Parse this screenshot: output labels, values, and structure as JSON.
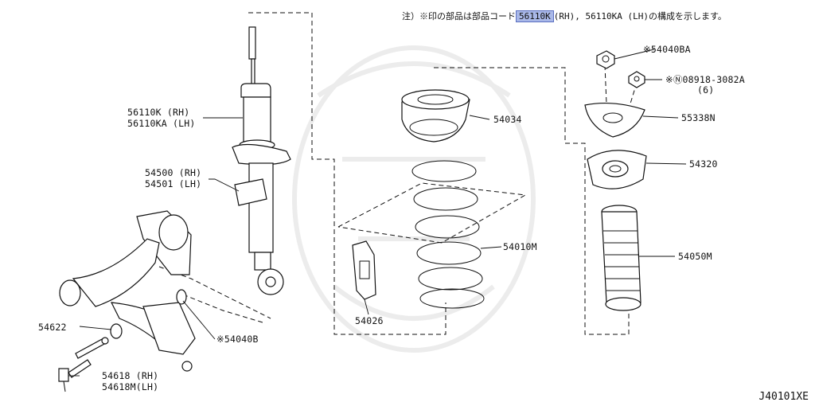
{
  "note": {
    "prefix": "注）※印の部品は部品コード",
    "highlight": "56110K",
    "suffix": "(RH), 56110KA (LH)の構成を示します。"
  },
  "labels": {
    "strut_rh": "56110K (RH)",
    "strut_lh": "56110KA (LH)",
    "arm_rh": "54500 (RH)",
    "arm_lh": "54501 (LH)",
    "washer": "54622",
    "balljoint_rh": "54618 (RH)",
    "balljoint_lh": "54618M(LH)",
    "bushing_bolt": "※54040B",
    "insulator": "54034",
    "spring": "54010M",
    "bracket": "54026",
    "nut_top": "※54040BA",
    "nut_mount_main": "※Ⓝ08918-3082A",
    "nut_mount_qty": "(6)",
    "plate": "55338N",
    "mount": "54320",
    "boot": "54050M"
  },
  "diagram_id": "J40101XE",
  "colors": {
    "highlight_fill": "#a9b8e8",
    "highlight_border": "#5a6fc0"
  }
}
